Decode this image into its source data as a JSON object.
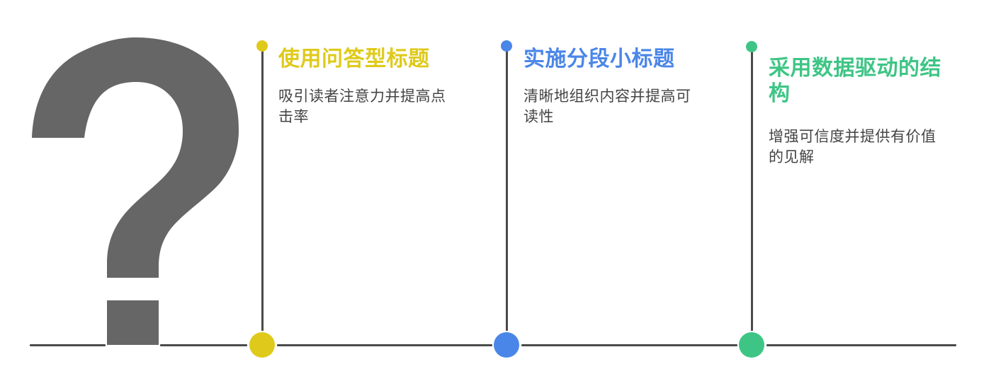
{
  "diagram": {
    "icon": "question-mark-icon",
    "colors": {
      "question_mark": "#666666",
      "line": "#4a4a4a",
      "text": "#444444"
    },
    "items": [
      {
        "title": "使用问答型标题",
        "description": "吸引读者注意力并提高点击率",
        "color": "#dfca1b"
      },
      {
        "title": "实施分段小标题",
        "description": "清晰地组织内容并提高可读性",
        "color": "#4a86e8"
      },
      {
        "title": "采用数据驱动的结构",
        "description": "增强可信度并提供有价值的见解",
        "color": "#3ec585"
      }
    ]
  }
}
